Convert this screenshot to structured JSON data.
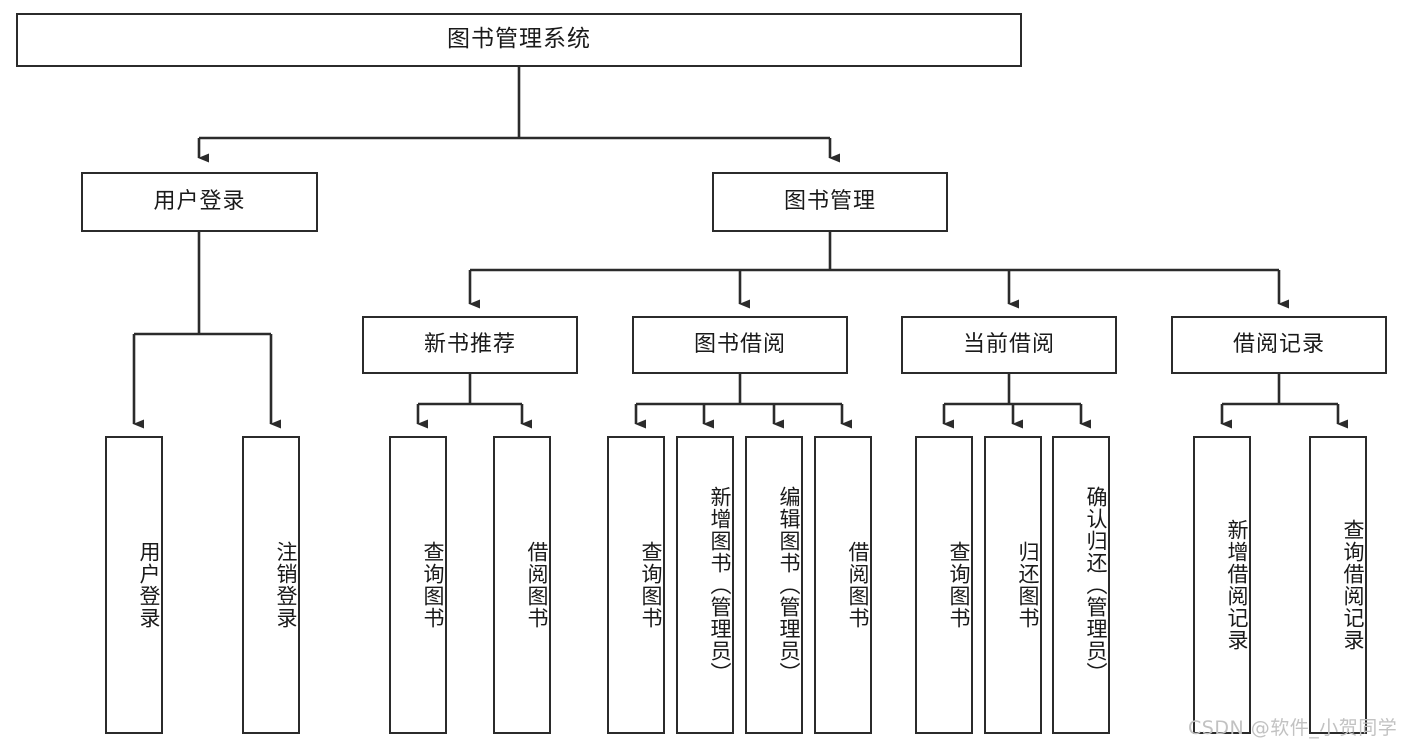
{
  "diagram": {
    "type": "tree",
    "title": "图书管理系统",
    "orientation": "top-down",
    "line_color": "#2b2b2b",
    "box_fill": "#ffffff",
    "text_color": "#1a1a1a"
  },
  "root": {
    "label": "图书管理系统"
  },
  "level2": [
    {
      "label": "用户登录"
    },
    {
      "label": "图书管理"
    }
  ],
  "level3": [
    {
      "label": "新书推荐"
    },
    {
      "label": "图书借阅"
    },
    {
      "label": "当前借阅"
    },
    {
      "label": "借阅记录"
    }
  ],
  "leaves": {
    "user_login": [
      {
        "label": "用户登录"
      },
      {
        "label": "注销登录"
      }
    ],
    "new_book_recommend": [
      {
        "label": "查询图书"
      },
      {
        "label": "借阅图书"
      }
    ],
    "book_borrow": [
      {
        "label": "查询图书"
      },
      {
        "label": "新增图书（管理员）"
      },
      {
        "label": "编辑图书（管理员）"
      },
      {
        "label": "借阅图书"
      }
    ],
    "current_borrow": [
      {
        "label": "查询图书"
      },
      {
        "label": "归还图书"
      },
      {
        "label": "确认归还（管理员）"
      }
    ],
    "borrow_record": [
      {
        "label": "新增借阅记录"
      },
      {
        "label": "查询借阅记录"
      }
    ]
  },
  "watermark": {
    "text": "CSDN @软件_小贺同学",
    "color": "#c2c2c2"
  }
}
